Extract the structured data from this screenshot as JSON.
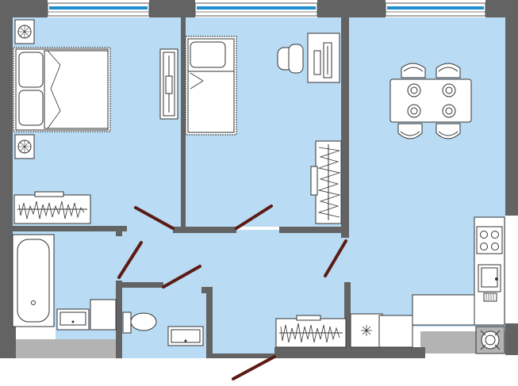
{
  "plan": {
    "labels": [],
    "colors": {
      "floor": "#b9dbf3",
      "wall": "#636363",
      "door": "#5c1a14",
      "window_glass": "#1f8fd1",
      "wet_area": "#b3b3b3",
      "furniture": "#ffffff",
      "line": "#333333"
    },
    "furniture": [
      "double-bed",
      "nightstand",
      "wall-unit",
      "wardrobe",
      "single-bed",
      "desk",
      "office-chair",
      "dining-table",
      "dining-chair",
      "kitchen-counter",
      "hob",
      "sink",
      "bathtub",
      "bathroom-vanity",
      "washing-machine",
      "toilet",
      "bathroom-sink",
      "hall-wardrobe",
      "fridge",
      "boiler"
    ]
  }
}
